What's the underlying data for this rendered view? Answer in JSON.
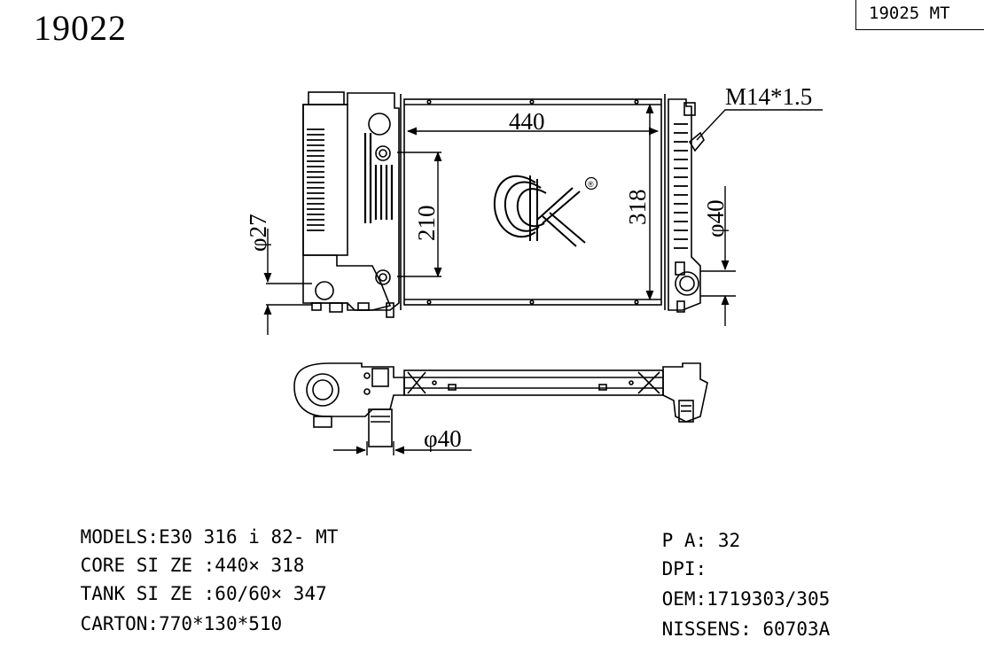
{
  "header": {
    "part_number": "19022",
    "alt_part": "19025 MT"
  },
  "drawing": {
    "thread_label": "M14*1.5",
    "dim_width": "440",
    "dim_height": "318",
    "dim_inner": "210",
    "dim_left_pipe": "φ27",
    "dim_right_pipe": "φ40",
    "dim_bottom_pipe": "φ40",
    "brand_mark": "®"
  },
  "specs_left": [
    {
      "label": "MODELS:",
      "value": "E30 316 i 82- MT"
    },
    {
      "label": "CORE SI ZE :",
      "value": "440× 318"
    },
    {
      "label": "TANK SI ZE :",
      "value": "60/60× 347"
    },
    {
      "label": "CARTON:",
      "value": "770*130*510"
    }
  ],
  "specs_right": [
    {
      "label": "P A:",
      "value": "32"
    },
    {
      "label": "DPI:",
      "value": ""
    },
    {
      "label": "OEM:",
      "value": "1719303/305"
    },
    {
      "label": "NISSENS:",
      "value": "60703A"
    }
  ]
}
